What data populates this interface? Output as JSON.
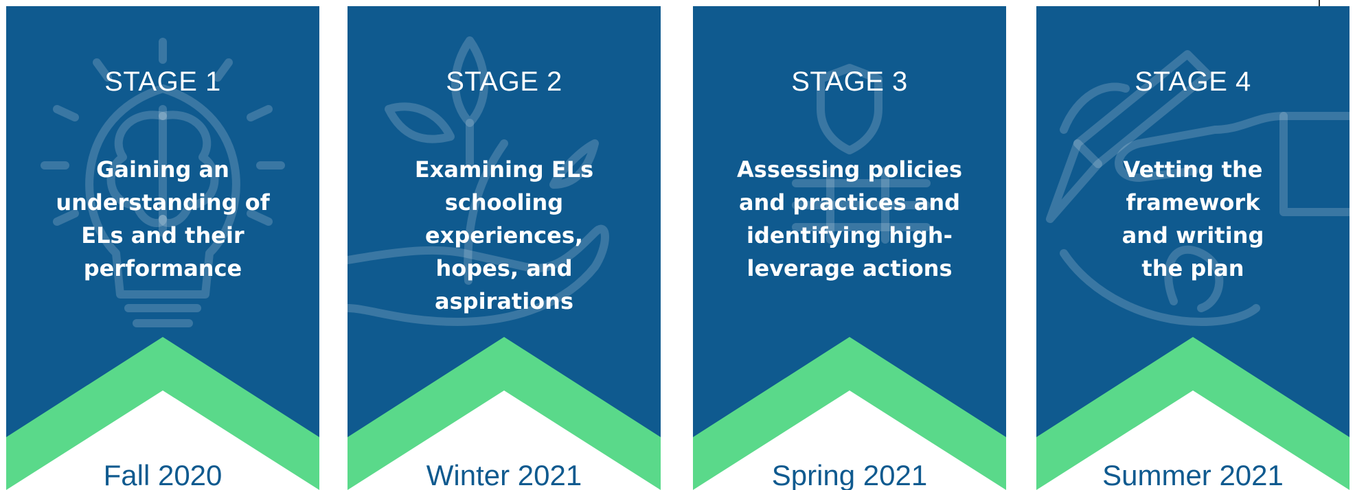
{
  "colors": {
    "banner": "#0f5a8f",
    "chevron": "#5ad98a",
    "season_text": "#0f5a8f"
  },
  "stages": [
    {
      "title": "STAGE 1",
      "desc": [
        "Gaining an",
        "understanding of",
        "ELs and their",
        "performance"
      ],
      "season": "Fall 2020",
      "icon": "lightbulb-brain-icon"
    },
    {
      "title": "STAGE 2",
      "desc": [
        "Examining ELs",
        "schooling",
        "experiences,",
        "hopes, and",
        "aspirations"
      ],
      "season": "Winter 2021",
      "icon": "hand-plant-icon"
    },
    {
      "title": "STAGE 3",
      "desc": [
        "Assessing policies",
        "and practices and",
        "identifying high-",
        "leverage actions"
      ],
      "season": "Spring 2021",
      "icon": "shield-document-icon"
    },
    {
      "title": "STAGE 4",
      "desc": [
        "Vetting the",
        "framework",
        "and writing",
        "the plan"
      ],
      "season": "Summer 2021",
      "icon": "hand-writing-icon"
    }
  ]
}
